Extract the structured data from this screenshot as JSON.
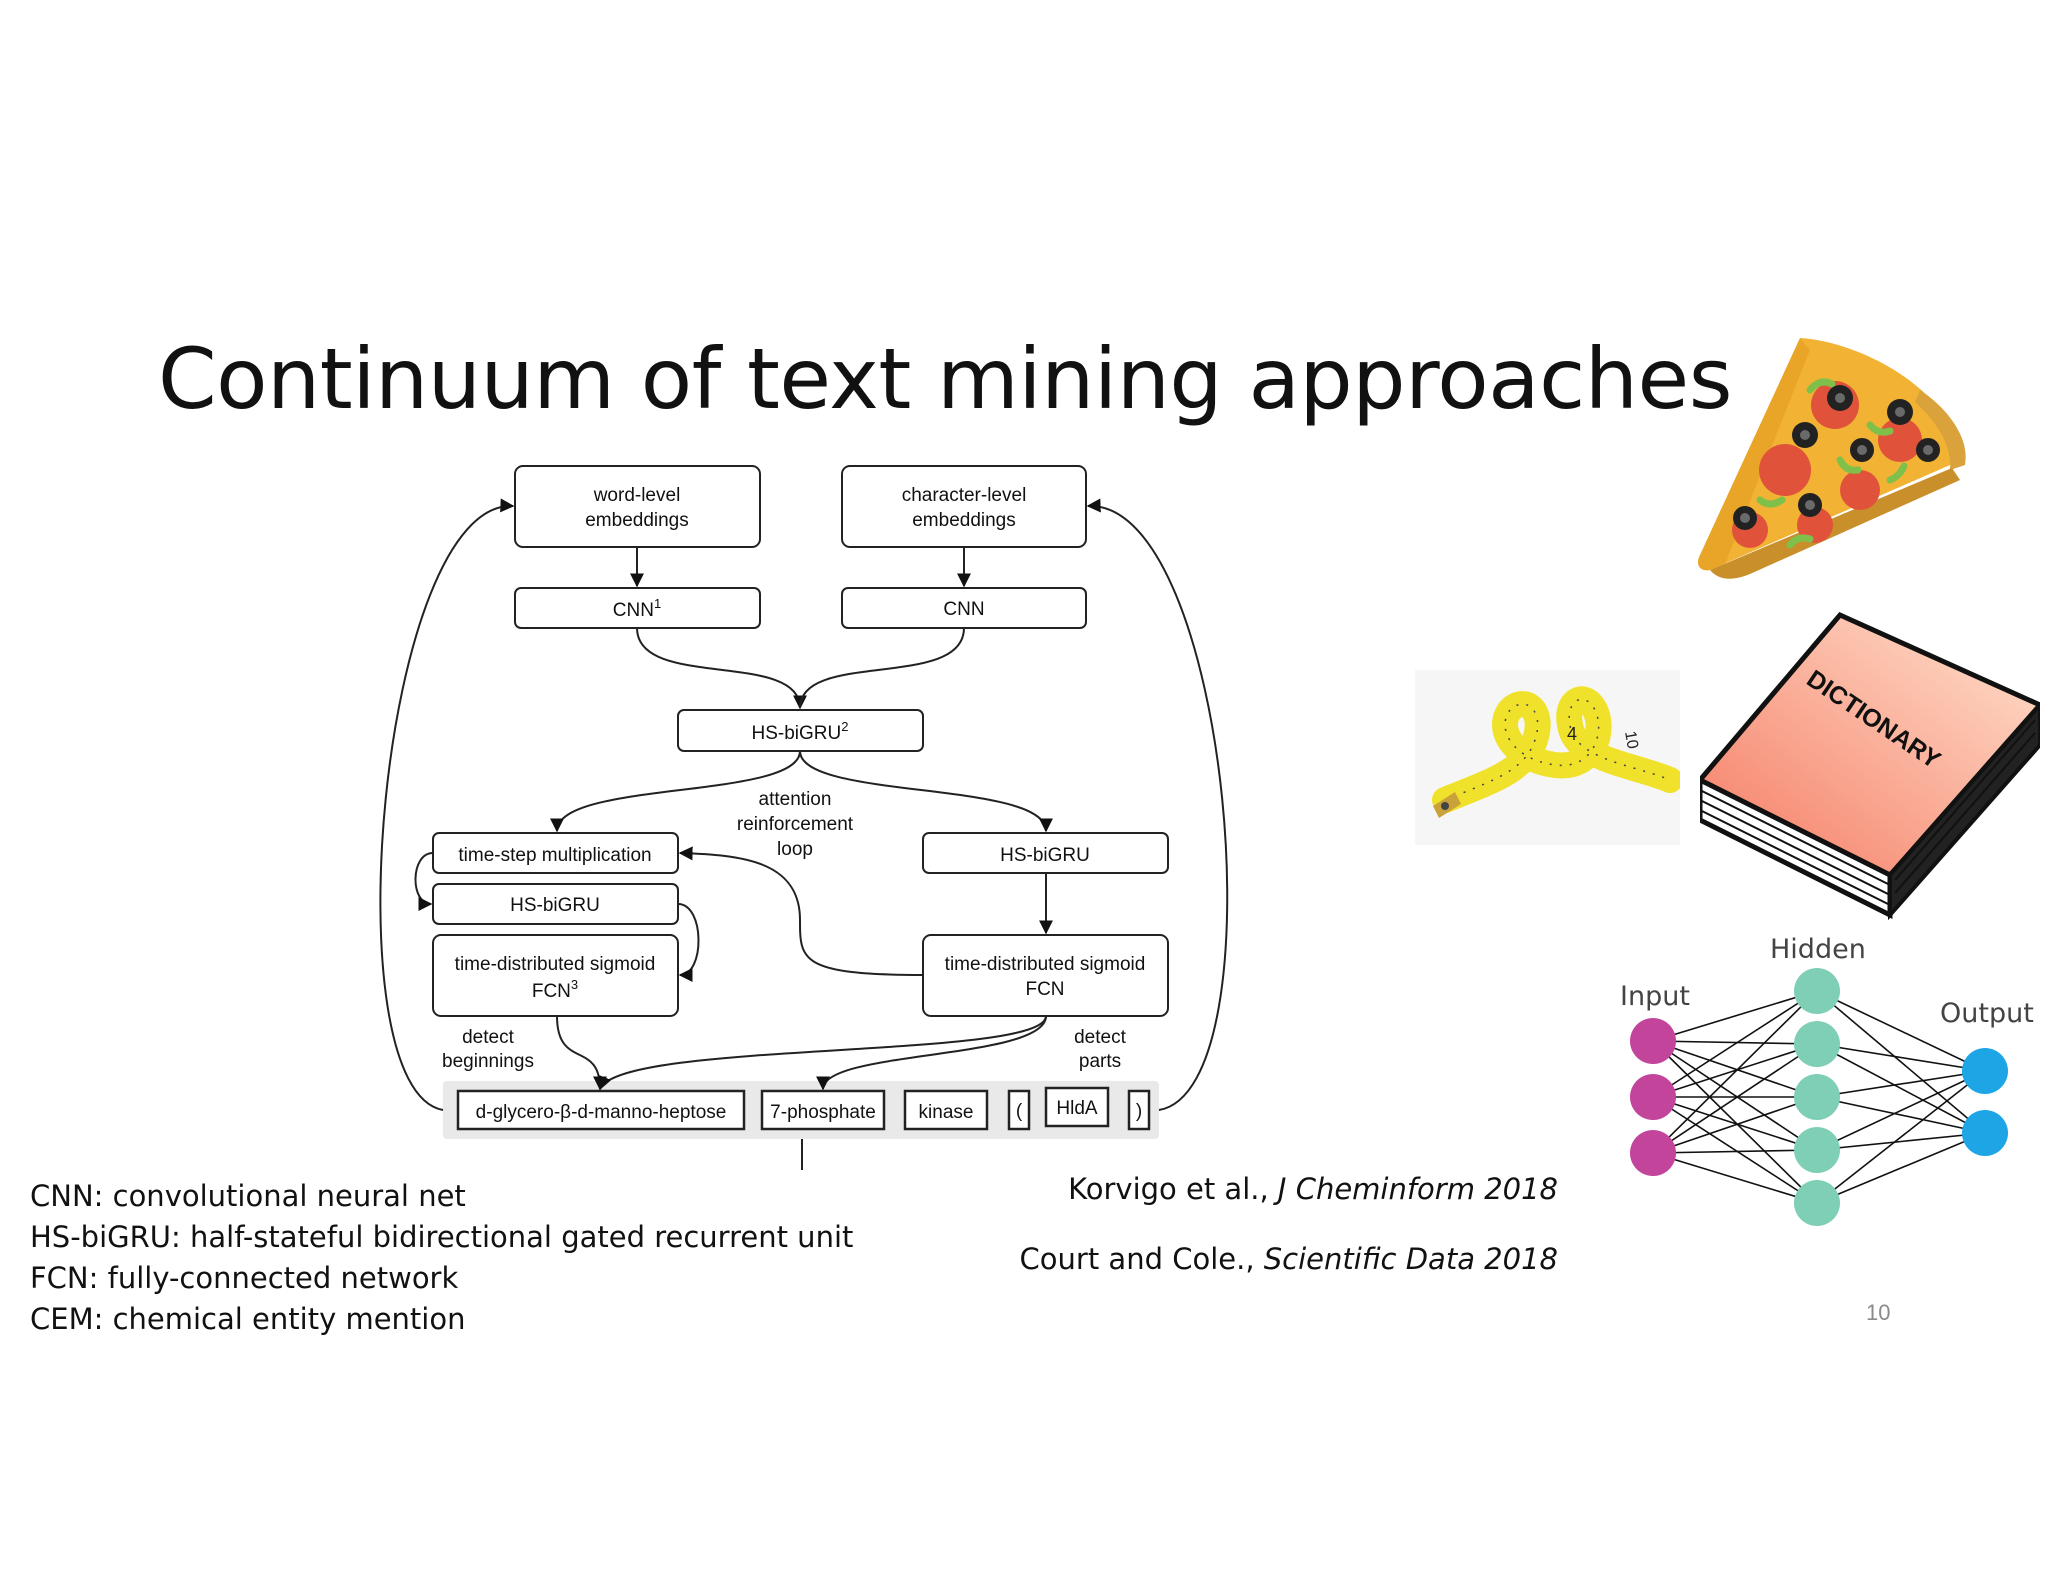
{
  "slide": {
    "title": "Continuum of text mining approaches",
    "page_number": "10"
  },
  "abbreviations": [
    "CNN: convolutional neural net",
    "HS-biGRU: half-stateful bidirectional gated recurrent unit",
    "FCN: fully-connected network",
    "CEM: chemical entity mention"
  ],
  "citations": [
    {
      "authors": "Korvigo et al., ",
      "journal": "J Cheminform 2018"
    },
    {
      "authors": "Court and Cole., ",
      "journal": "Scientific Data 2018"
    }
  ],
  "diagram": {
    "word_embeddings": [
      "word-level",
      "embeddings"
    ],
    "char_embeddings": [
      "character-level",
      "embeddings"
    ],
    "cnn1": "CNN",
    "cnn1_sup": "1",
    "cnn2": "CNN",
    "bigru_top": "HS-biGRU",
    "bigru_top_sup": "2",
    "attention_label": [
      "attention",
      "reinforcement",
      "loop"
    ],
    "time_step": "time-step multiplication",
    "bigru_left": "HS-biGRU",
    "bigru_right": "HS-biGRU",
    "fcn_left": [
      "time-distributed sigmoid",
      "FCN"
    ],
    "fcn_left_sup": "3",
    "fcn_right": [
      "time-distributed sigmoid",
      "FCN"
    ],
    "detect_beginnings": [
      "detect",
      "beginnings"
    ],
    "detect_parts": [
      "detect",
      "parts"
    ],
    "tokens": [
      "d-glycero-β-d-manno-heptose",
      "7-phosphate",
      "kinase",
      "(",
      "HldA",
      ")"
    ]
  },
  "images": {
    "dictionary_cover_text": "DICTIONARY",
    "tape_numbers": [
      "4",
      "10"
    ],
    "neural_net": {
      "input_label": "Input",
      "hidden_label": "Hidden",
      "output_label": "Output",
      "input_color": "#c2449b",
      "hidden_color": "#7ecfb5",
      "output_color": "#1ea5e6"
    }
  }
}
